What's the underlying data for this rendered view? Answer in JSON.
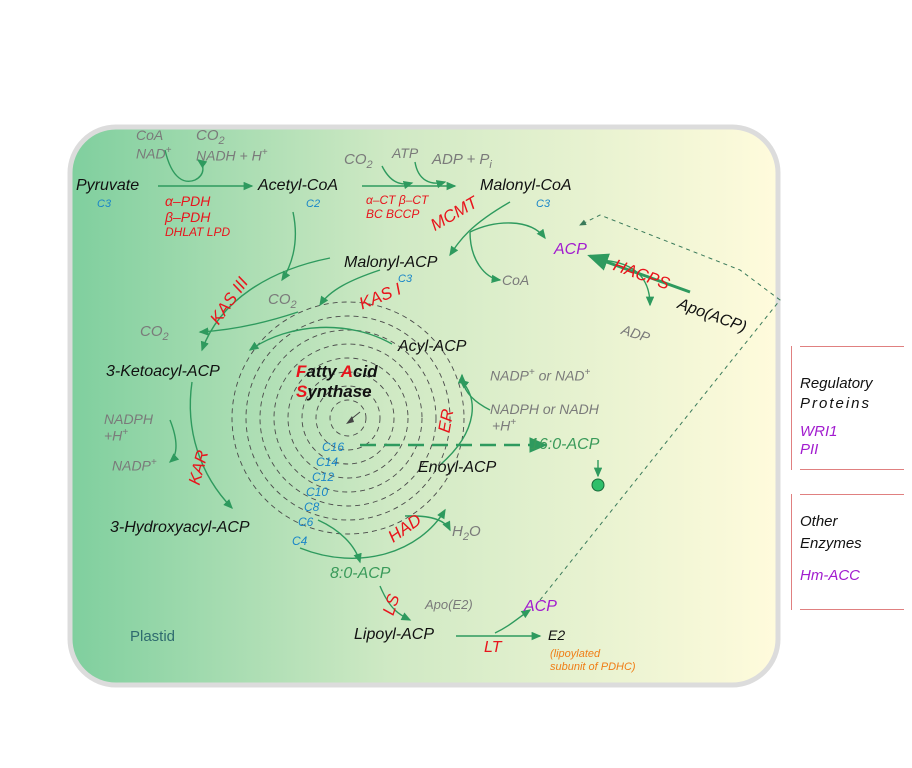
{
  "labels": {
    "coa_top": "CoA",
    "nad_top": "NAD",
    "co2_top": "CO",
    "nadh_top": "NADH + H",
    "pyruvate": "Pyruvate",
    "pyruvate_c": "C3",
    "acetyl_coa": "Acetyl-CoA",
    "acetyl_c": "C2",
    "pdh1": "α–PDH",
    "pdh2": "β–PDH",
    "pdh3": "DHLAT LPD",
    "co2_acc": "CO",
    "atp": "ATP",
    "adp_pi": "ADP + P",
    "ct1": "α–CT β–CT",
    "ct2": "BC  BCCP",
    "malonyl_coa": "Malonyl-CoA",
    "malonyl_coa_c": "C3",
    "mcmt": "MCMT",
    "acp_top": "ACP",
    "hacps": "HACPS",
    "apo_acp": "Apo(ACP)",
    "coa_mid": "CoA",
    "adp": "ADP",
    "malonyl_acp": "Malonyl-ACP",
    "malonyl_acp_c": "C3",
    "kas3": "KAS III",
    "kas1": "KAS I",
    "co2_kas1": "CO",
    "co2_kas3": "CO",
    "ketoacyl": "3-Ketoacyl-ACP",
    "acyl_acp": "Acyl-ACP",
    "nadp_nad_out": "NADP",
    "nadp_nad_out2": " or NAD",
    "nadph_nadh": "NADPH or NADH",
    "nadph_nadh_h": "+H",
    "er": "ER",
    "fas1": "atty ",
    "fas2": "cid",
    "fas3": "ynthase",
    "fas_f": "F",
    "fas_a": "A",
    "fas_s": "S",
    "nadph_kar": "NADPH",
    "nadph_kar_h": "+H",
    "nadp_kar": "NADP",
    "kar": "KAR",
    "palm": "16:0-ACP",
    "enoyl": "Enoyl-ACP",
    "c16": "C16",
    "c14": "C14",
    "c12": "C12",
    "c10": "C10",
    "c8": "C8",
    "c6": "C6",
    "c4": "C4",
    "hydroxyacyl": "3-Hydroxyacyl-ACP",
    "had": "HAD",
    "h2o": "H",
    "h2o_tail": "O",
    "octanoyl": "8:0-ACP",
    "ls": "LS",
    "apo_e2": "Apo(E2)",
    "acp_bottom": "ACP",
    "lipoyl": "Lipoyl-ACP",
    "lt": "LT",
    "e2": "E2",
    "e2_note1": "(lipoylated",
    "e2_note2": "subunit of PDHC)",
    "plastid": "Plastid",
    "sup_plus": "+",
    "sub_2": "2",
    "sub_i": "i"
  },
  "side": {
    "reg_title1": "Regulatory",
    "reg_title2": "Proteins",
    "reg_items": [
      "WRI1",
      "PII"
    ],
    "other_title1": "Other",
    "other_title2": "Enzymes",
    "other_items": [
      "Hm-ACC"
    ]
  },
  "colors": {
    "arrow": "#2e9a5e",
    "enzyme": "#e8141c",
    "metabolite": "#111111",
    "cofactor": "#7a7a7a",
    "carbon": "#1a86c8",
    "acp": "#a21ccf",
    "product": "#3a9a5a",
    "note": "#f07d16"
  }
}
